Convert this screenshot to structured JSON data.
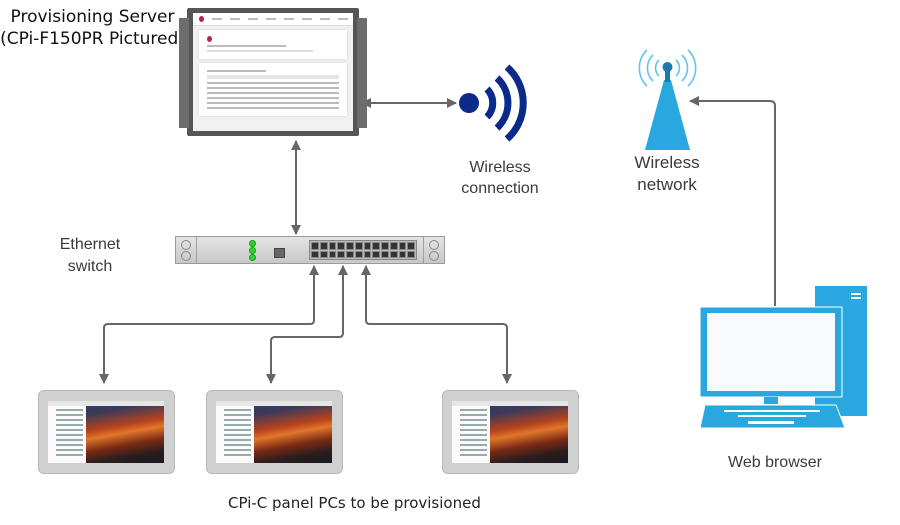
{
  "server": {
    "title_line1": "Provisioning Server",
    "title_line2": "(CPi-F150PR Pictured)"
  },
  "wireless_connection": {
    "line1": "Wireless",
    "line2": "connection",
    "icon": "wifi-signal-icon",
    "color": "#0b2a8a"
  },
  "wireless_network": {
    "line1": "Wireless",
    "line2": "network",
    "icon": "antenna-tower-icon",
    "color": "#29a8e0"
  },
  "ethernet_switch": {
    "line1": "Ethernet",
    "line2": "switch",
    "ports_per_row": 12,
    "port_rows": 2,
    "led_color": "#2bd62b"
  },
  "web_browser": {
    "label": "Web browser",
    "icon": "desktop-computer-icon",
    "color": "#29a8e0"
  },
  "panel_pcs": {
    "caption": "CPi-C panel PCs to be provisioned",
    "count": 3
  },
  "connector_color": "#666666"
}
